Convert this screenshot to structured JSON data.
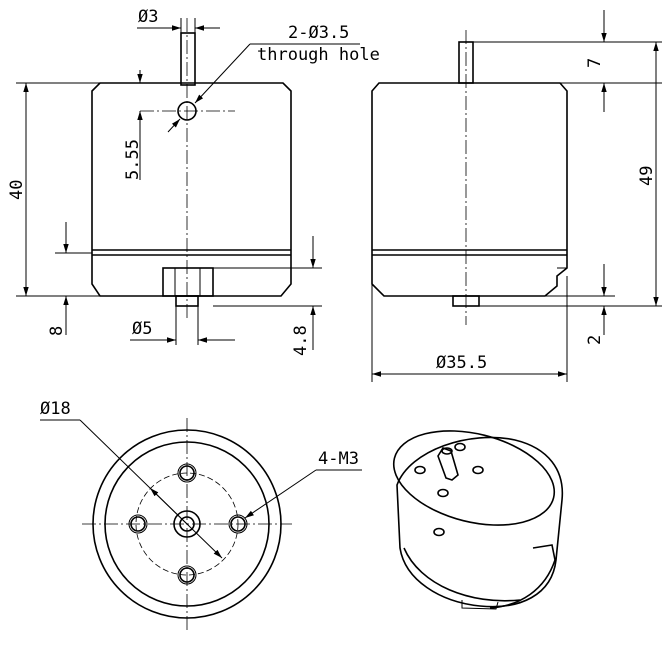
{
  "labels": {
    "shaft_diameter": "Ø3",
    "hole_spec": "2-Ø3.5",
    "hole_note": "through hole",
    "hole_offset": "5.55",
    "front_length": "40",
    "lower_band": "8",
    "boss_diameter": "Ø5",
    "boss_height": "4.8",
    "shaft_length": "7",
    "total_length": "49",
    "rear_boss": "2",
    "body_diameter": "Ø35.5",
    "bolt_circle": "Ø18",
    "thread_spec": "4-M3"
  }
}
